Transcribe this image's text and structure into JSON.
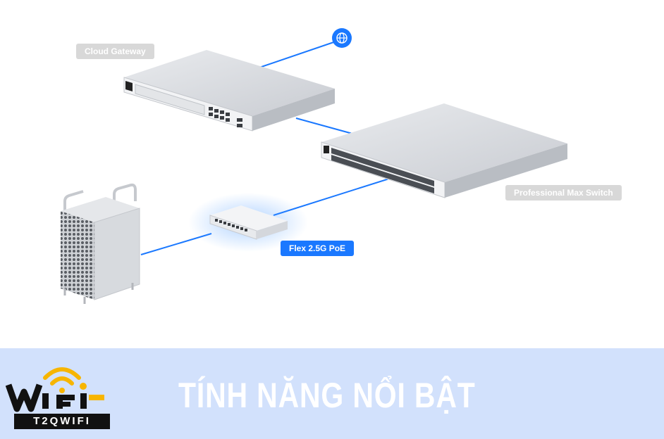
{
  "diagram": {
    "labels": {
      "cloud_gateway": "Cloud Gateway",
      "professional_max_switch": "Professional Max Switch",
      "flex_poe": "Flex 2.5G PoE"
    },
    "colors": {
      "link": "#1a78ff",
      "label_gray": "#d8d8d8",
      "label_blue": "#1a78ff",
      "device_body": "#d9dce1"
    },
    "icons": [
      "globe-icon"
    ]
  },
  "banner": {
    "title": "TÍNH NĂNG NỔI BẬT",
    "background": "#d2e1fc",
    "logo": {
      "text": "WiFi",
      "subtext": "T2QWIFI",
      "accent": "#f7b500"
    }
  }
}
